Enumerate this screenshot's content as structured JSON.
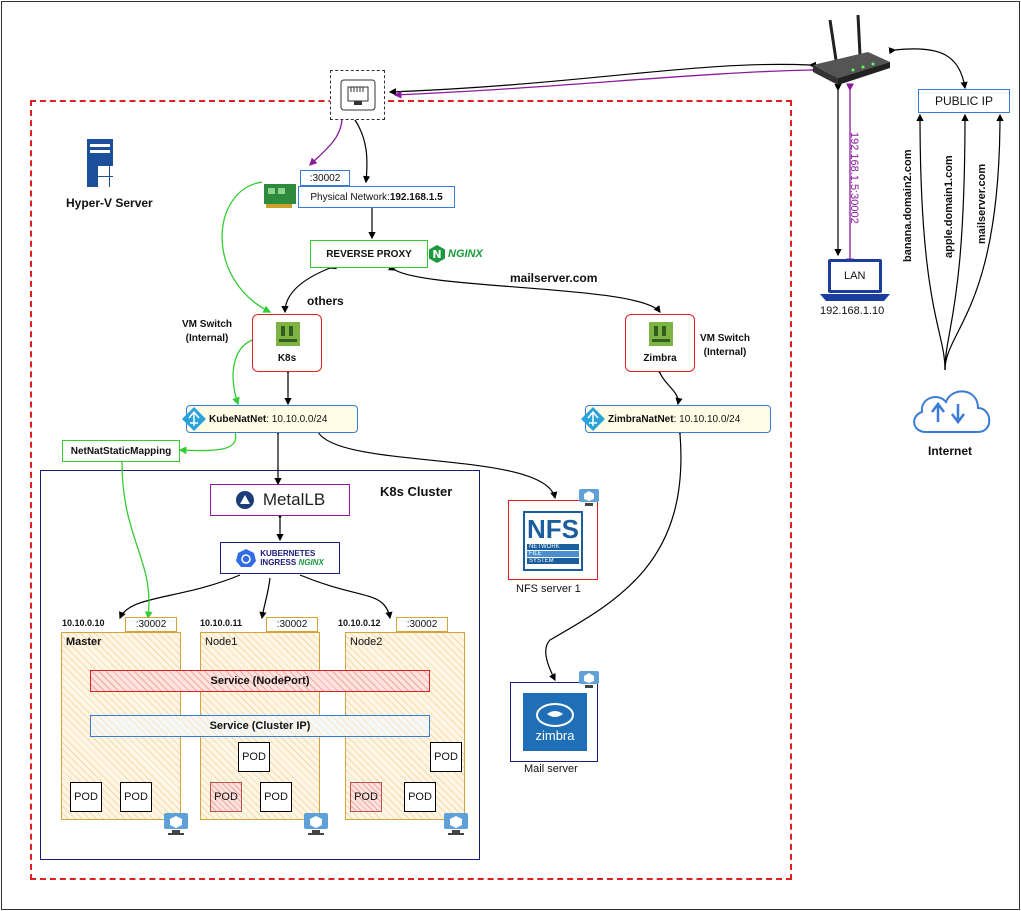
{
  "hyperv": {
    "label": "Hyper-V Server"
  },
  "physical": {
    "port": ":30002",
    "label": "Physical Network: ",
    "ip": "192.168.1.5"
  },
  "proxy": {
    "label": "REVERSE PROXY",
    "logo": "NGINX"
  },
  "edges": {
    "others": "others",
    "mailserver": "mailserver.com"
  },
  "k8s_vm": {
    "label": "K8s",
    "switch": "VM Switch\n(Internal)"
  },
  "zimbra_vm": {
    "label": "Zimbra",
    "switch": "VM Switch\n(Internal)"
  },
  "kubenat": {
    "name": "KubeNatNet",
    "cidr": ": 10.10.0.0/24"
  },
  "zimbranat": {
    "name": "ZimbraNatNet",
    "cidr": ": 10.10.10.0/24"
  },
  "netnat": {
    "label": "NetNatStaticMapping"
  },
  "cluster": {
    "title": "K8s Cluster",
    "metallb": "MetalLB",
    "ingress_line1": "KUBERNETES",
    "ingress_line2": "INGRESS",
    "ingress_logo": "NGINX",
    "nodeport": "Service (NodePort)",
    "clusterip": "Service (Cluster IP)",
    "nodes": [
      {
        "ip": "10.10.0.10",
        "port": ":30002",
        "name": "Master"
      },
      {
        "ip": "10.10.0.11",
        "port": ":30002",
        "name": "Node1"
      },
      {
        "ip": "10.10.0.12",
        "port": ":30002",
        "name": "Node2"
      }
    ],
    "pod": "POD"
  },
  "nfs": {
    "big": "NFS",
    "sub1": "NETWORK",
    "sub2": "FILE",
    "sub3": "SYSTEM",
    "label": "NFS server 1"
  },
  "mail": {
    "logo": "zimbra",
    "label": "Mail server"
  },
  "lan": {
    "label": "LAN",
    "ip": "192.168.1.10",
    "link": "192.168.1.5:30002"
  },
  "public": {
    "label": "PUBLIC IP",
    "domains": [
      "banana.domain2.com",
      "apple.domain1.com",
      "mailserver.com"
    ]
  },
  "internet": {
    "label": "Internet"
  },
  "colors": {
    "red": "#e02020",
    "purple": "#8b1a9e",
    "green": "#33cc33",
    "blue": "#3a7bd5",
    "orange": "#d6a33a",
    "navy": "#1a1a7a"
  }
}
